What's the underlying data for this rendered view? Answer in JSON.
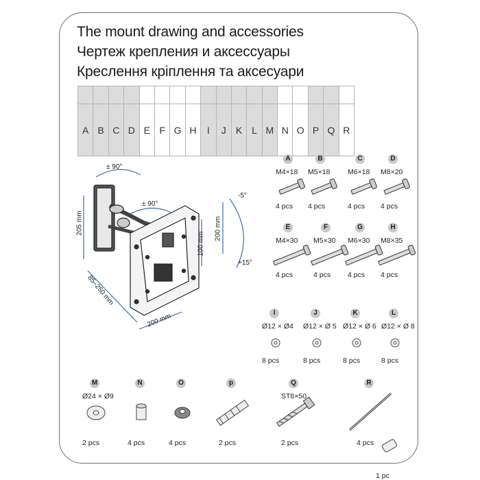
{
  "titles": [
    "The mount drawing and accessories",
    "Чертеж крепления и аксессуары",
    "Креслення кріплення та аксесуари"
  ],
  "letter_columns": [
    {
      "letter": "A",
      "highlighted": true
    },
    {
      "letter": "B",
      "highlighted": true
    },
    {
      "letter": "C",
      "highlighted": true
    },
    {
      "letter": "D",
      "highlighted": true
    },
    {
      "letter": "E",
      "highlighted": false
    },
    {
      "letter": "F",
      "highlighted": false
    },
    {
      "letter": "G",
      "highlighted": false
    },
    {
      "letter": "H",
      "highlighted": false
    },
    {
      "letter": "I",
      "highlighted": true
    },
    {
      "letter": "J",
      "highlighted": true
    },
    {
      "letter": "K",
      "highlighted": true
    },
    {
      "letter": "L",
      "highlighted": true
    },
    {
      "letter": "M",
      "highlighted": true
    },
    {
      "letter": "N",
      "highlighted": false
    },
    {
      "letter": "O",
      "highlighted": false
    },
    {
      "letter": "P",
      "highlighted": true
    },
    {
      "letter": "Q",
      "highlighted": true
    },
    {
      "letter": "R",
      "highlighted": false
    }
  ],
  "mount_dimensions": {
    "rotation_top": "± 90°",
    "rotation_mid": "± 90°",
    "tilt_up": "-5°",
    "tilt_down": "+15°",
    "height": "205 mm",
    "plate_height": "200 mm",
    "plate_inner": "100 mm",
    "plate_width": "200 mm",
    "depth": "85–250 mm"
  },
  "accessories": [
    {
      "id": "A",
      "spec": "M4×18",
      "qty": "4 pcs",
      "icon": "screw-icon"
    },
    {
      "id": "B",
      "spec": "M5×18",
      "qty": "4 pcs",
      "icon": "screw-icon"
    },
    {
      "id": "C",
      "spec": "M6×18",
      "qty": "4 pcs",
      "icon": "screw-icon"
    },
    {
      "id": "D",
      "spec": "M8×20",
      "qty": "4 pcs",
      "icon": "screw-icon"
    },
    {
      "id": "E",
      "spec": "M4×30",
      "qty": "4 pcs",
      "icon": "screw-icon"
    },
    {
      "id": "F",
      "spec": "M5×30",
      "qty": "4 pcs",
      "icon": "screw-icon"
    },
    {
      "id": "G",
      "spec": "M6×30",
      "qty": "4 pcs",
      "icon": "screw-icon"
    },
    {
      "id": "H",
      "spec": "M8×35",
      "qty": "4 pcs",
      "icon": "screw-icon"
    },
    {
      "id": "I",
      "spec": "Ø12 × Ø4",
      "qty": "8 pcs",
      "icon": "washer-icon"
    },
    {
      "id": "J",
      "spec": "Ø12 × Ø 5",
      "qty": "8 pcs",
      "icon": "washer-icon"
    },
    {
      "id": "K",
      "spec": "Ø12 × Ø 6",
      "qty": "8 pcs",
      "icon": "washer-icon"
    },
    {
      "id": "L",
      "spec": "Ø12 × Ø 8",
      "qty": "8 pcs",
      "icon": "washer-icon"
    },
    {
      "id": "M",
      "spec": "Ø24 × Ø9",
      "qty": "2 pcs",
      "icon": "large-washer-icon"
    },
    {
      "id": "N",
      "spec": "",
      "qty": "4 pcs",
      "icon": "spacer-icon"
    },
    {
      "id": "O",
      "spec": "",
      "qty": "4 pcs",
      "icon": "nut-icon"
    },
    {
      "id": "p",
      "spec": "",
      "qty": "2 pcs",
      "icon": "wall-anchor-icon"
    },
    {
      "id": "Q",
      "spec": "ST8×50",
      "qty": "2 pcs",
      "icon": "lag-bolt-icon"
    },
    {
      "id": "R",
      "spec": "",
      "qty": "4 pcs",
      "icon": "cable-tie-icon"
    },
    {
      "id": "",
      "spec": "",
      "qty": "1 pc",
      "icon": "hex-key-icon"
    }
  ]
}
